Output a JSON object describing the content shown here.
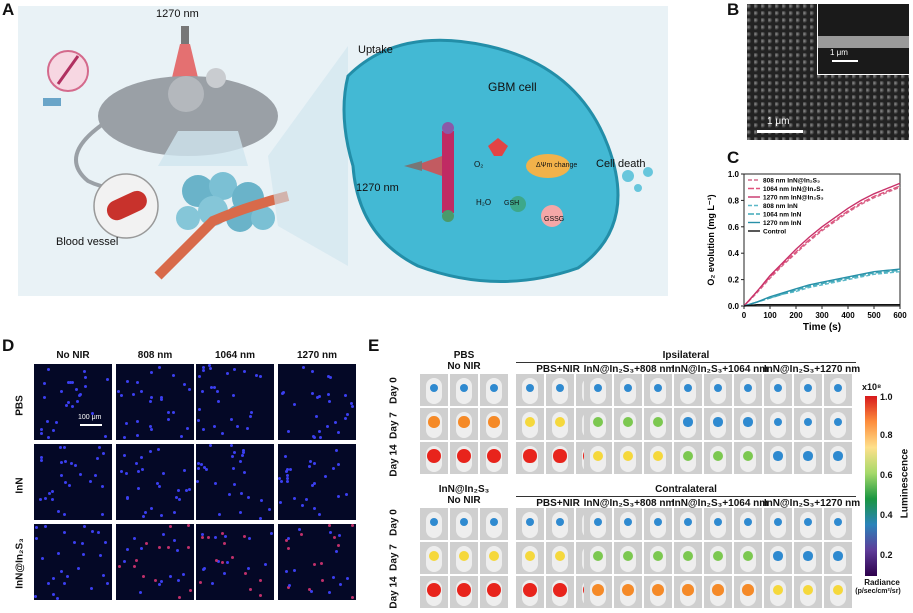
{
  "panels": {
    "a": {
      "label": "A",
      "wavelength": "1270 nm",
      "uptake": "Uptake",
      "gbm_cell": "GBM cell",
      "laser2": "1270 nm",
      "blood_vessel": "Blood vessel",
      "cell_death": "Cell death",
      "mito": "ΔΨm change",
      "o2": "O₂",
      "h2o": "H₂O",
      "gsh": "GSH",
      "gssg": "GSSG"
    },
    "b": {
      "label": "B",
      "scale_main": "1 μm",
      "scale_inset": "1 μm"
    },
    "c": {
      "label": "C"
    },
    "d": {
      "label": "D",
      "cols": [
        "No NIR",
        "808 nm",
        "1064 nm",
        "1270 nm"
      ],
      "rows": [
        "PBS",
        "InN",
        "InN@In₂S₃"
      ],
      "scalebar": "100 μm"
    },
    "e": {
      "label": "E",
      "top_group": "Ipsilateral",
      "bottom_group": "Contralateral",
      "top_first": [
        "PBS",
        "No NIR"
      ],
      "bottom_first": [
        "InN@In₂S₃",
        "No NIR"
      ],
      "cols": [
        "PBS+NIR",
        "InN@In₂S₃+808 nm",
        "InN@In₂S₃+1064 nm",
        "InN@In₂S₃+1270 nm"
      ],
      "days": [
        "Day 0",
        "Day 7",
        "Day 14"
      ],
      "colorbar_exp": "x10⁸",
      "colorbar_ticks": [
        "1.0",
        "0.8",
        "0.6",
        "0.4",
        "0.2"
      ],
      "colorbar_title": "Luminescence",
      "colorbar_unit1": "Radiance",
      "colorbar_unit2": "(p/sec/cm²/sr)"
    }
  },
  "chart_data": {
    "type": "line",
    "xlabel": "Time (s)",
    "ylabel": "O₂ evolution (mg L⁻¹)",
    "xlim": [
      0,
      600
    ],
    "ylim": [
      0,
      1.0
    ],
    "xticks": [
      0,
      100,
      200,
      300,
      400,
      500,
      600
    ],
    "yticks": [
      0.0,
      0.2,
      0.4,
      0.6,
      0.8,
      1.0
    ],
    "legend_position": "top-left",
    "x": [
      0,
      50,
      100,
      150,
      200,
      250,
      300,
      350,
      400,
      450,
      500,
      550,
      600
    ],
    "series": [
      {
        "name": "808 nm InN@In₂S₃",
        "color": "#d46a8c",
        "dash": "4,2",
        "values": [
          0,
          0.1,
          0.21,
          0.31,
          0.4,
          0.49,
          0.57,
          0.64,
          0.71,
          0.77,
          0.82,
          0.86,
          0.9
        ]
      },
      {
        "name": "1064 nm InN@In₂S₃",
        "color": "#e0527c",
        "dash": "6,2",
        "values": [
          0,
          0.11,
          0.22,
          0.32,
          0.41,
          0.5,
          0.58,
          0.65,
          0.72,
          0.78,
          0.83,
          0.87,
          0.91
        ]
      },
      {
        "name": "1270 nm InN@In₂S₃",
        "color": "#c8326a",
        "dash": "",
        "values": [
          0,
          0.11,
          0.23,
          0.33,
          0.43,
          0.52,
          0.6,
          0.67,
          0.74,
          0.8,
          0.85,
          0.89,
          0.93
        ]
      },
      {
        "name": "808 nm InN",
        "color": "#5cb8c8",
        "dash": "4,2",
        "values": [
          0,
          0.03,
          0.06,
          0.09,
          0.11,
          0.14,
          0.16,
          0.18,
          0.2,
          0.22,
          0.24,
          0.25,
          0.26
        ]
      },
      {
        "name": "1064 nm InN",
        "color": "#3fa8b8",
        "dash": "6,2",
        "values": [
          0,
          0.03,
          0.06,
          0.09,
          0.12,
          0.15,
          0.17,
          0.19,
          0.21,
          0.23,
          0.25,
          0.26,
          0.27
        ]
      },
      {
        "name": "1270 nm InN",
        "color": "#2890a8",
        "dash": "",
        "values": [
          0,
          0.03,
          0.07,
          0.1,
          0.13,
          0.16,
          0.18,
          0.2,
          0.22,
          0.24,
          0.26,
          0.27,
          0.28
        ]
      },
      {
        "name": "Control",
        "color": "#111111",
        "dash": "",
        "values": [
          0,
          0.01,
          0.01,
          0.01,
          0.01,
          0.01,
          0.01,
          0.01,
          0.01,
          0.01,
          0.01,
          0.01,
          0.01
        ]
      }
    ]
  }
}
